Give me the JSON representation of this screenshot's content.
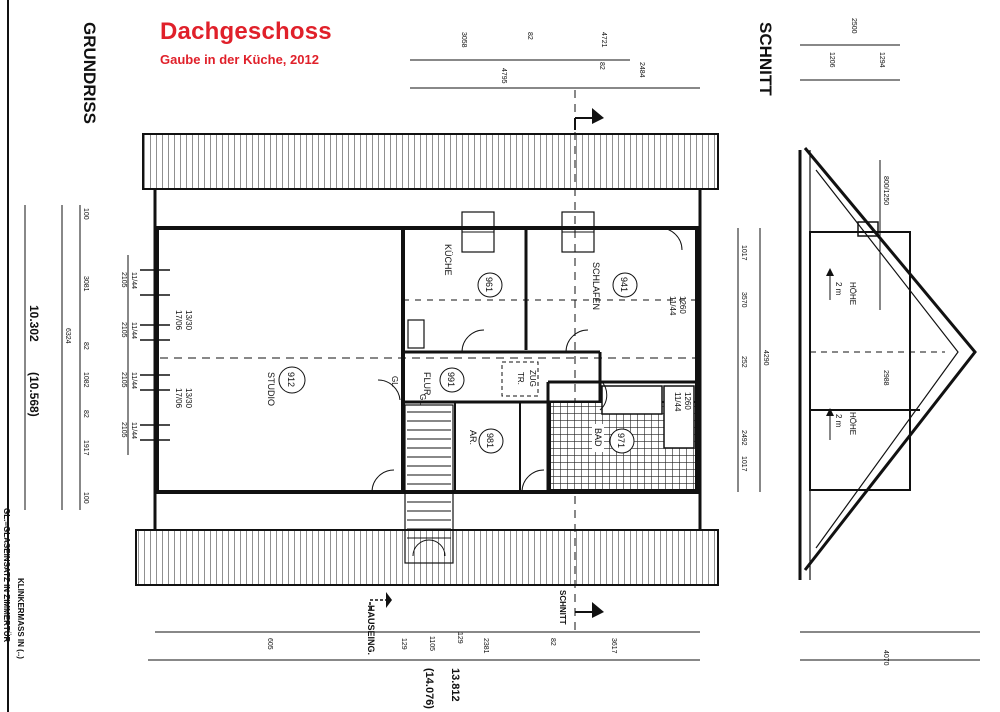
{
  "header": {
    "title": "Dachgeschoss",
    "subtitle": "Gaube in der Küche, 2012"
  },
  "labels": {
    "grundriss": "GRUNDRISS",
    "schnitt": "SCHNITT",
    "schnitt_marker": "SCHNITT",
    "hauseing": "HAUSEING.",
    "legend_line1": "GL.=GLASEINSATZ IN ZIMMERTÜR",
    "legend_line2": "KLINKERMASS IN (..)"
  },
  "rooms": {
    "studio": {
      "name": "STUDIO",
      "number": "912",
      "size1": "17/06",
      "size2": "13/30",
      "size3": "17/06",
      "size4": "13/30"
    },
    "kueche": {
      "name": "KÜCHE",
      "number": "961"
    },
    "schlafen": {
      "name": "SCHLAFEN",
      "number": "941",
      "size1": "11/44",
      "size2": "1260"
    },
    "flur": {
      "name": "FLUR",
      "number": "991",
      "gl1": "GL",
      "gl2": "GL"
    },
    "zug_tr": {
      "line1": "ZUG",
      "line2": "TR."
    },
    "ar": {
      "name": "AR.",
      "number": "981"
    },
    "bad": {
      "name": "BAD",
      "number": "971",
      "size1": "11/44",
      "size2": "1260"
    }
  },
  "section": {
    "hoehe1": "HÖHE",
    "hoehe1_val": "2 m",
    "hoehe2": "HÖHE",
    "hoehe2_val": "2 m",
    "ridge_label": "800/1250"
  },
  "dims": {
    "top": [
      "3058",
      "82",
      "4795",
      "4721",
      "82",
      "2484"
    ],
    "top_right": [
      "2500",
      "1206",
      "1294"
    ],
    "left_outer": [
      "10.302",
      "(10.568)"
    ],
    "left_mid": [
      "6324"
    ],
    "left_inner": [
      "100",
      "3081",
      "82",
      "1082",
      "82",
      "1917",
      "100"
    ],
    "left_windows": [
      "11/44",
      "2105",
      "11/44",
      "2105",
      "11/44",
      "2105",
      "11/44",
      "2105"
    ],
    "right": [
      "1017",
      "3570",
      "4290",
      "252",
      "2492",
      "1017"
    ],
    "section_mid": [
      "2988"
    ],
    "bottom": [
      "605",
      "1105",
      "129",
      "129",
      "2381",
      "82",
      "3617"
    ],
    "bottom_total": [
      "13.812",
      "(14.076)"
    ],
    "bottom_section": [
      "4070"
    ]
  }
}
